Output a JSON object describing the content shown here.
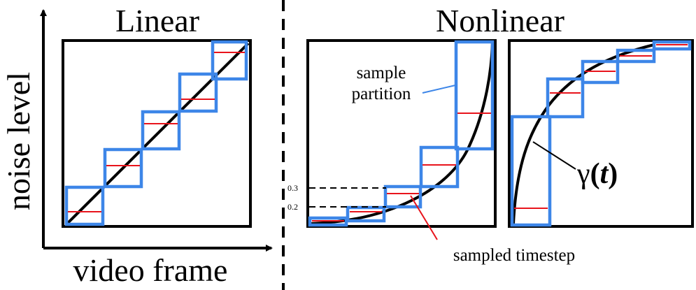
{
  "titles": {
    "left": "Linear",
    "right": "Nonlinear"
  },
  "axes": {
    "y_label": "noise level",
    "x_label": "video frame"
  },
  "annotations": {
    "sample_partition": [
      "sample",
      "partition"
    ],
    "sampled_timestep": "sampled timestep",
    "gamma_label": {
      "symbol": "γ",
      "open": "(",
      "var": "t",
      "close": ")"
    }
  },
  "ticks": [
    "0.3",
    "0.2"
  ],
  "colors": {
    "partition": "#3d86e8",
    "sample": "#e8141c",
    "frame": "#000000"
  }
}
